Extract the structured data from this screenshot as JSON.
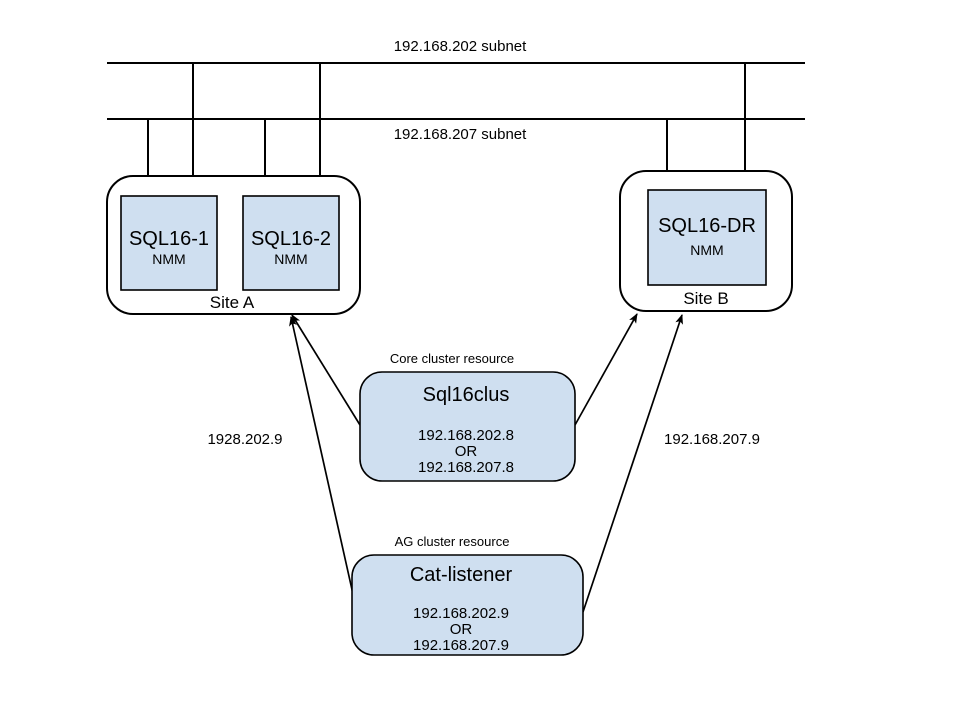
{
  "diagram": {
    "networks": [
      {
        "id": "subnet-202",
        "label": "192.168.202 subnet"
      },
      {
        "id": "subnet-207",
        "label": "192.168.207 subnet"
      }
    ],
    "sites": [
      {
        "id": "site-a",
        "label": "Site A",
        "nodes": [
          {
            "id": "sql16-1",
            "name": "SQL16-1",
            "role": "NMM"
          },
          {
            "id": "sql16-2",
            "name": "SQL16-2",
            "role": "NMM"
          }
        ]
      },
      {
        "id": "site-b",
        "label": "Site B",
        "nodes": [
          {
            "id": "sql16-dr",
            "name": "SQL16-DR",
            "role": "NMM"
          }
        ]
      }
    ],
    "resources": [
      {
        "id": "core-cluster",
        "caption": "Core cluster resource",
        "name": "Sql16clus",
        "ip_primary": "192.168.202.8",
        "ip_separator": "OR",
        "ip_secondary": "192.168.207.8"
      },
      {
        "id": "ag-cluster",
        "caption": "AG cluster resource",
        "name": "Cat-listener",
        "ip_primary": "192.168.202.9",
        "ip_separator": "OR",
        "ip_secondary": "192.168.207.9"
      }
    ],
    "annotations": [
      {
        "id": "label-left-ip",
        "text": "1928.202.9"
      },
      {
        "id": "label-right-ip",
        "text": "192.168.207.9"
      }
    ],
    "colors": {
      "node_fill": "#cfdff0",
      "stroke": "#000000",
      "background": "#ffffff"
    }
  }
}
